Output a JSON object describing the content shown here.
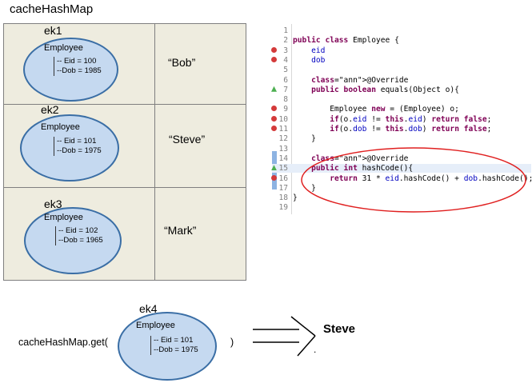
{
  "title": "cacheHashMap",
  "entries": [
    {
      "key_label": "ek1",
      "class_label": "Employee",
      "fields": [
        "-- Eid = 100",
        "--Dob = 1985"
      ],
      "value": "“Bob”"
    },
    {
      "key_label": "ek2",
      "class_label": "Employee",
      "fields": [
        "-- Eid = 101",
        "--Dob = 1975"
      ],
      "value": "“Steve”"
    },
    {
      "key_label": "ek3",
      "class_label": "Employee",
      "fields": [
        "-- Eid = 102",
        "--Dob = 1965"
      ],
      "value": "“Mark”"
    }
  ],
  "code_lines": [
    {
      "n": "1",
      "text": ""
    },
    {
      "n": "2",
      "text": "public class Employee {"
    },
    {
      "n": "3",
      "text": "    eid"
    },
    {
      "n": "4",
      "text": "    dob"
    },
    {
      "n": "5",
      "text": ""
    },
    {
      "n": "6",
      "text": "    @Override"
    },
    {
      "n": "7",
      "text": "    public boolean equals(Object o){"
    },
    {
      "n": "8",
      "text": ""
    },
    {
      "n": "9",
      "text": "        Employee new = (Employee) o;"
    },
    {
      "n": "10",
      "text": "        if(o.eid != this.eid) return false;"
    },
    {
      "n": "11",
      "text": "        if(o.dob != this.dob) return false;"
    },
    {
      "n": "12",
      "text": "    }"
    },
    {
      "n": "13",
      "text": ""
    },
    {
      "n": "14",
      "text": "    @Override"
    },
    {
      "n": "15",
      "text": "    public int hashCode(){"
    },
    {
      "n": "16",
      "text": "        return 31 * eid.hashCode() + dob.hashCode();"
    },
    {
      "n": "17",
      "text": "    }"
    },
    {
      "n": "18",
      "text": "}"
    },
    {
      "n": "19",
      "text": ""
    }
  ],
  "lookup": {
    "call_prefix": "cacheHashMap.get(",
    "call_suffix": ")",
    "key_label": "ek4",
    "class_label": "Employee",
    "fields": [
      "-- Eid = 101",
      "--Dob = 1975"
    ],
    "result": "Steve",
    "dot": "."
  },
  "colors": {
    "ellipse_fill": "#c5d9f0",
    "ellipse_border": "#3a6ea5",
    "table_bg": "#eeecdf",
    "highlight_circle": "#e02020"
  }
}
